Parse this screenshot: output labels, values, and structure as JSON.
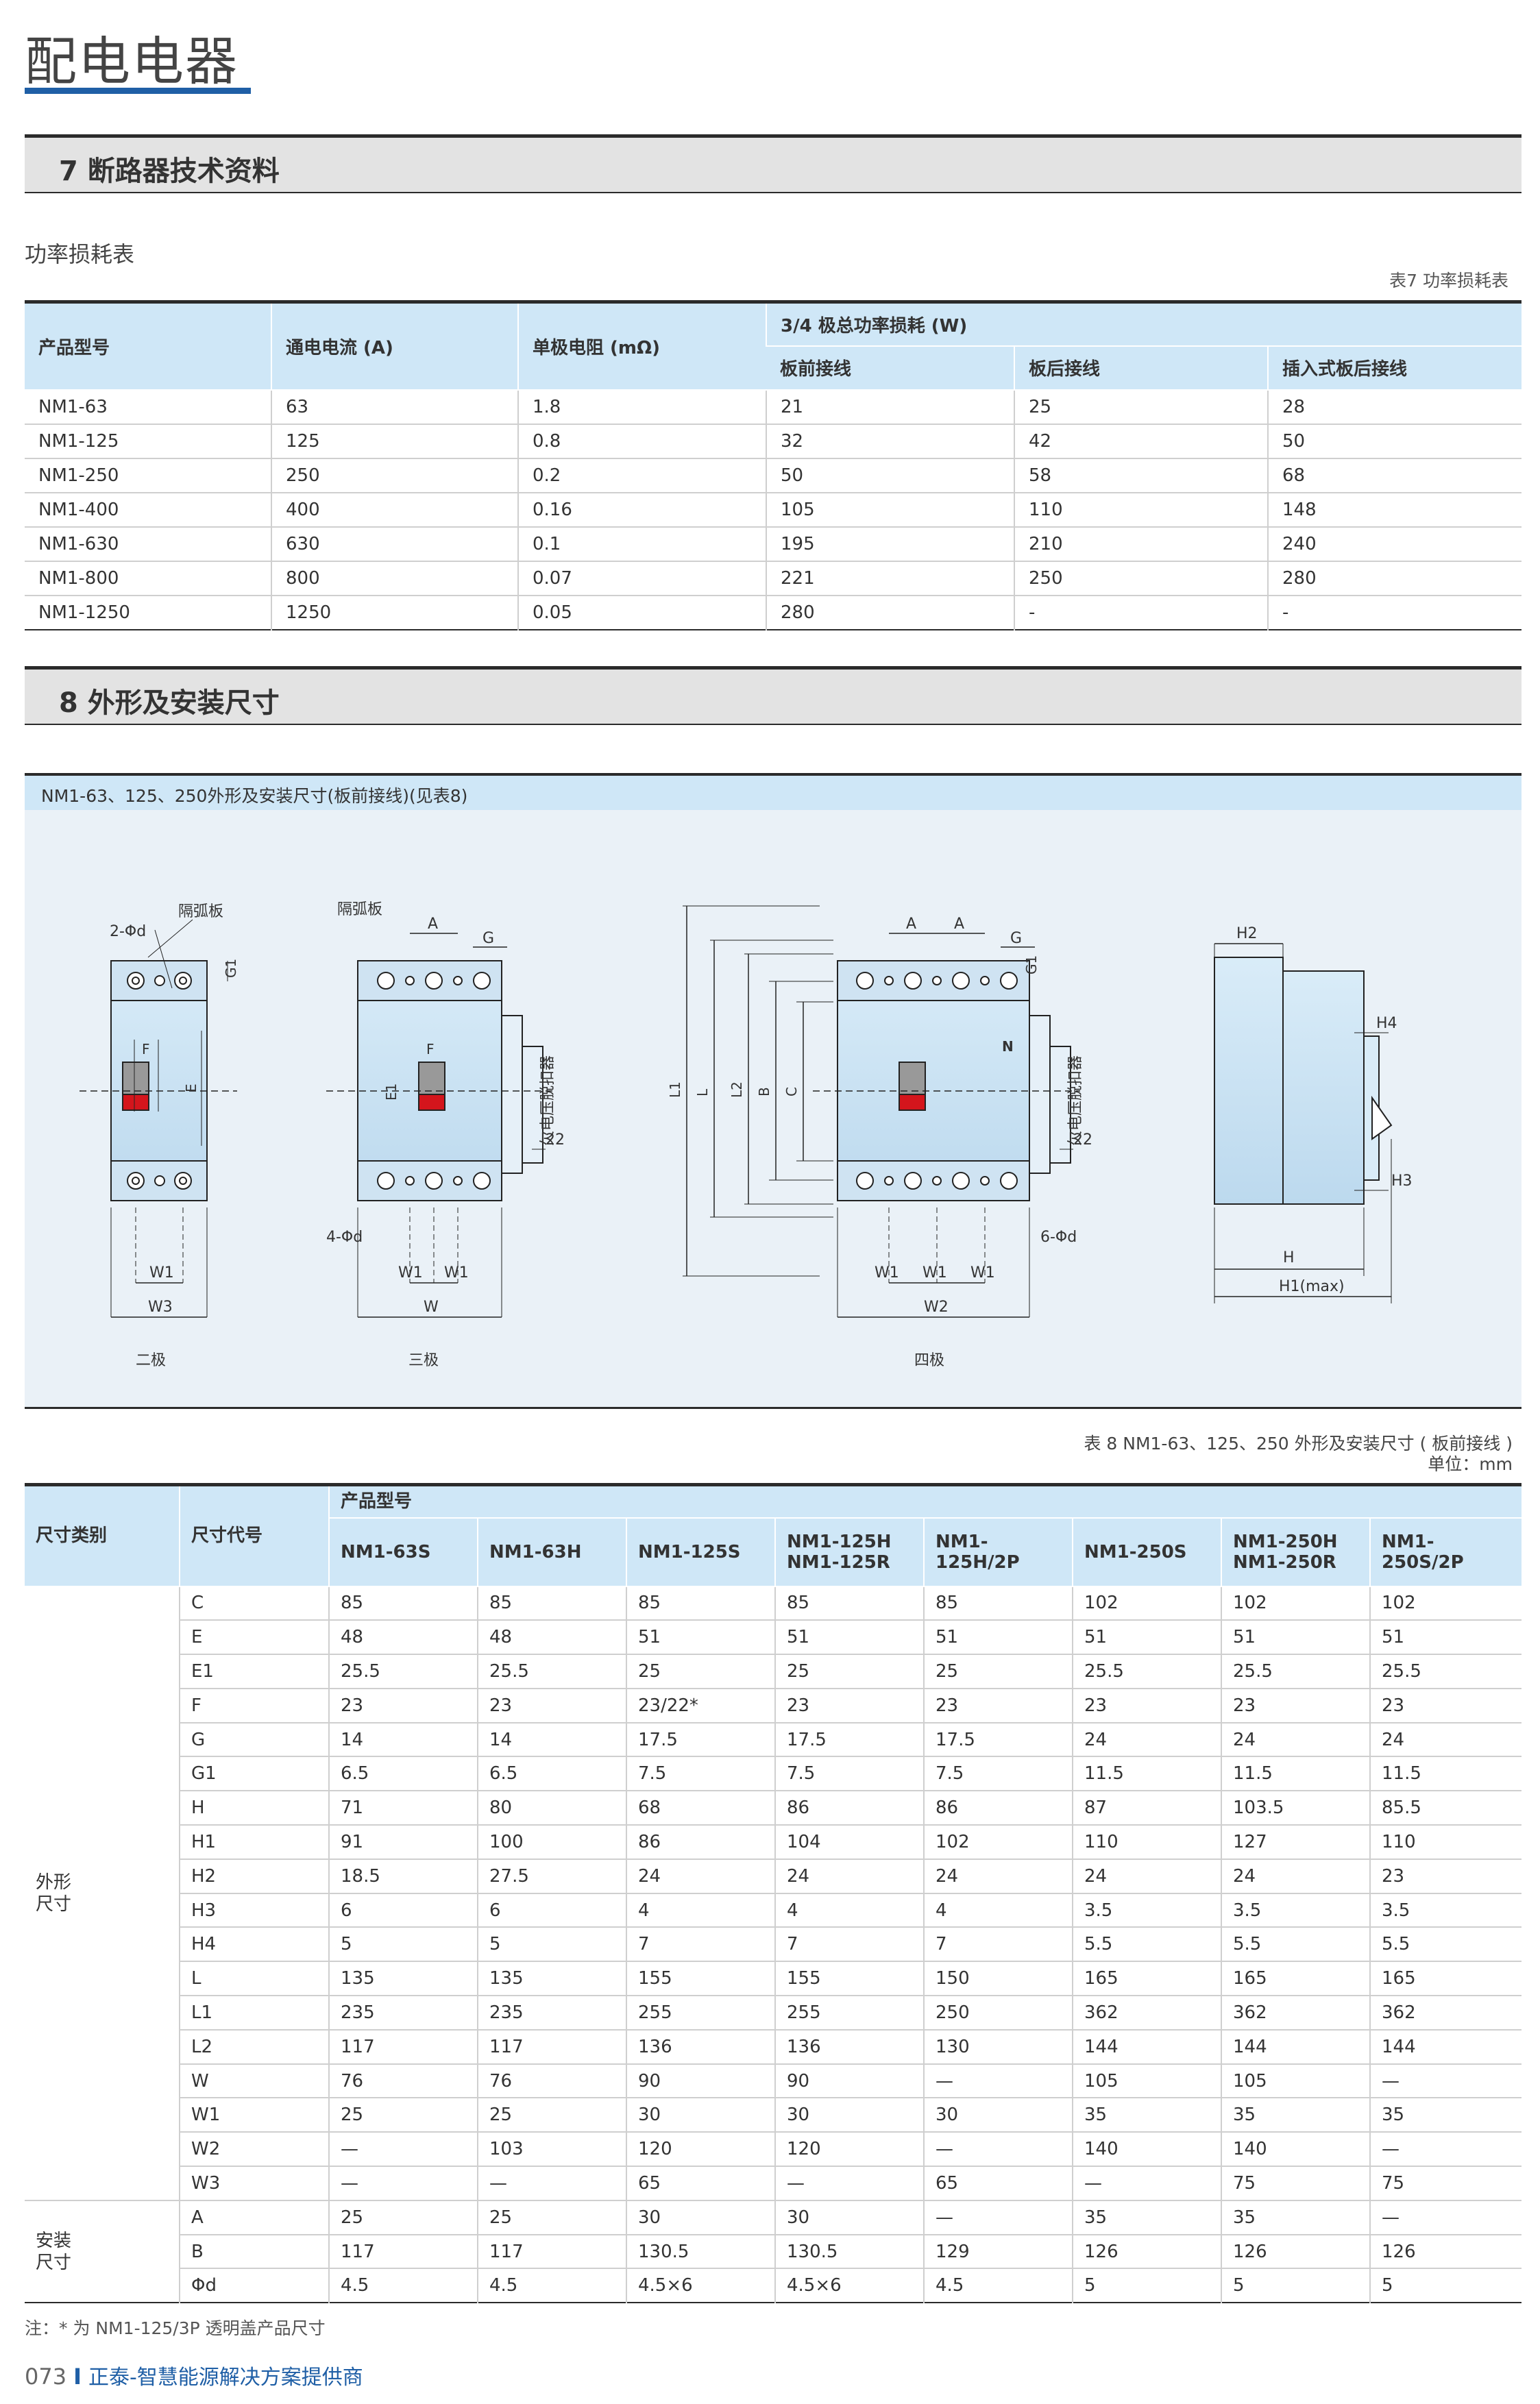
{
  "header": {
    "title": "配电电器"
  },
  "section7": {
    "title": "7 断路器技术资料"
  },
  "table7": {
    "name": "功率损耗表",
    "caption": "表7 功率损耗表",
    "headers": {
      "model": "产品型号",
      "current": "通电电流 (A)",
      "resistance": "单极电阻 (mΩ)",
      "loss_group": "3/4 极总功率损耗 (W)",
      "front": "板前接线",
      "rear": "板后接线",
      "plugin": "插入式板后接线"
    },
    "rows": [
      [
        "NM1-63",
        "63",
        "1.8",
        "21",
        "25",
        "28"
      ],
      [
        "NM1-125",
        "125",
        "0.8",
        "32",
        "42",
        "50"
      ],
      [
        "NM1-250",
        "250",
        "0.2",
        "50",
        "58",
        "68"
      ],
      [
        "NM1-400",
        "400",
        "0.16",
        "105",
        "110",
        "148"
      ],
      [
        "NM1-630",
        "630",
        "0.1",
        "195",
        "210",
        "240"
      ],
      [
        "NM1-800",
        "800",
        "0.07",
        "221",
        "250",
        "280"
      ],
      [
        "NM1-1250",
        "1250",
        "0.05",
        "280",
        "-",
        "-"
      ]
    ]
  },
  "section8": {
    "title": "8 外形及安装尺寸"
  },
  "figure": {
    "header": "NM1-63、125、250外形及安装尺寸(板前接线)(见表8)",
    "labels": {
      "two_pole": "二极",
      "three_pole": "三极",
      "four_pole": "四极",
      "arc_plate": "隔弧板",
      "undervoltage": "欠电压脱扣器",
      "hole2": "2-Φd",
      "hole4": "4-Φd",
      "hole6": "6-Φd",
      "A": "A",
      "G": "G",
      "G1": "G1",
      "F": "F",
      "E": "E",
      "E1": "E1",
      "N": "N",
      "W": "W",
      "W1": "W1",
      "W2": "W2",
      "W3": "W3",
      "L": "L",
      "L1": "L1",
      "L2": "L2",
      "B": "B",
      "C": "C",
      "H": "H",
      "H1": "H1(max)",
      "H2": "H2",
      "H3": "H3",
      "H4": "H4",
      "d22": "22"
    }
  },
  "table8": {
    "caption": "表 8 NM1-63、125、250 外形及安装尺寸 ( 板前接线 )",
    "unit": "单位：mm",
    "headers": {
      "category": "尺寸类别",
      "code": "尺寸代号",
      "model_group": "产品型号"
    },
    "models": [
      "NM1-63S",
      "NM1-63H",
      "NM1-125S",
      "NM1-125H\nNM1-125R",
      "NM1-\n125H/2P",
      "NM1-250S",
      "NM1-250H\nNM1-250R",
      "NM1-250S/2P"
    ],
    "cat_outline": "外形\n尺寸",
    "cat_install": "安装\n尺寸",
    "outline_rows": [
      [
        "C",
        "85",
        "85",
        "85",
        "85",
        "85",
        "102",
        "102",
        "102"
      ],
      [
        "E",
        "48",
        "48",
        "51",
        "51",
        "51",
        "51",
        "51",
        "51"
      ],
      [
        "E1",
        "25.5",
        "25.5",
        "25",
        "25",
        "25",
        "25.5",
        "25.5",
        "25.5"
      ],
      [
        "F",
        "23",
        "23",
        "23/22*",
        "23",
        "23",
        "23",
        "23",
        "23"
      ],
      [
        "G",
        "14",
        "14",
        "17.5",
        "17.5",
        "17.5",
        "24",
        "24",
        "24"
      ],
      [
        "G1",
        "6.5",
        "6.5",
        "7.5",
        "7.5",
        "7.5",
        "11.5",
        "11.5",
        "11.5"
      ],
      [
        "H",
        "71",
        "80",
        "68",
        "86",
        "86",
        "87",
        "103.5",
        "85.5"
      ],
      [
        "H1",
        "91",
        "100",
        "86",
        "104",
        "102",
        "110",
        "127",
        "110"
      ],
      [
        "H2",
        "18.5",
        "27.5",
        "24",
        "24",
        "24",
        "24",
        "24",
        "23"
      ],
      [
        "H3",
        "6",
        "6",
        "4",
        "4",
        "4",
        "3.5",
        "3.5",
        "3.5"
      ],
      [
        "H4",
        "5",
        "5",
        "7",
        "7",
        "7",
        "5.5",
        "5.5",
        "5.5"
      ],
      [
        "L",
        "135",
        "135",
        "155",
        "155",
        "150",
        "165",
        "165",
        "165"
      ],
      [
        "L1",
        "235",
        "235",
        "255",
        "255",
        "250",
        "362",
        "362",
        "362"
      ],
      [
        "L2",
        "117",
        "117",
        "136",
        "136",
        "130",
        "144",
        "144",
        "144"
      ],
      [
        "W",
        "76",
        "76",
        "90",
        "90",
        "—",
        "105",
        "105",
        "—"
      ],
      [
        "W1",
        "25",
        "25",
        "30",
        "30",
        "30",
        "35",
        "35",
        "35"
      ],
      [
        "W2",
        "—",
        "103",
        "120",
        "120",
        "—",
        "140",
        "140",
        "—"
      ],
      [
        "W3",
        "—",
        "—",
        "65",
        "—",
        "65",
        "—",
        "75",
        "75"
      ]
    ],
    "install_rows": [
      [
        "A",
        "25",
        "25",
        "30",
        "30",
        "—",
        "35",
        "35",
        "—"
      ],
      [
        "B",
        "117",
        "117",
        "130.5",
        "130.5",
        "129",
        "126",
        "126",
        "126"
      ],
      [
        "Φd",
        "4.5",
        "4.5",
        "4.5×6",
        "4.5×6",
        "4.5",
        "5",
        "5",
        "5"
      ]
    ]
  },
  "note": "注：* 为 NM1-125/3P 透明盖产品尺寸",
  "footer": {
    "page": "073",
    "separator": "I",
    "slogan": "正泰-智慧能源解决方案提供商"
  }
}
